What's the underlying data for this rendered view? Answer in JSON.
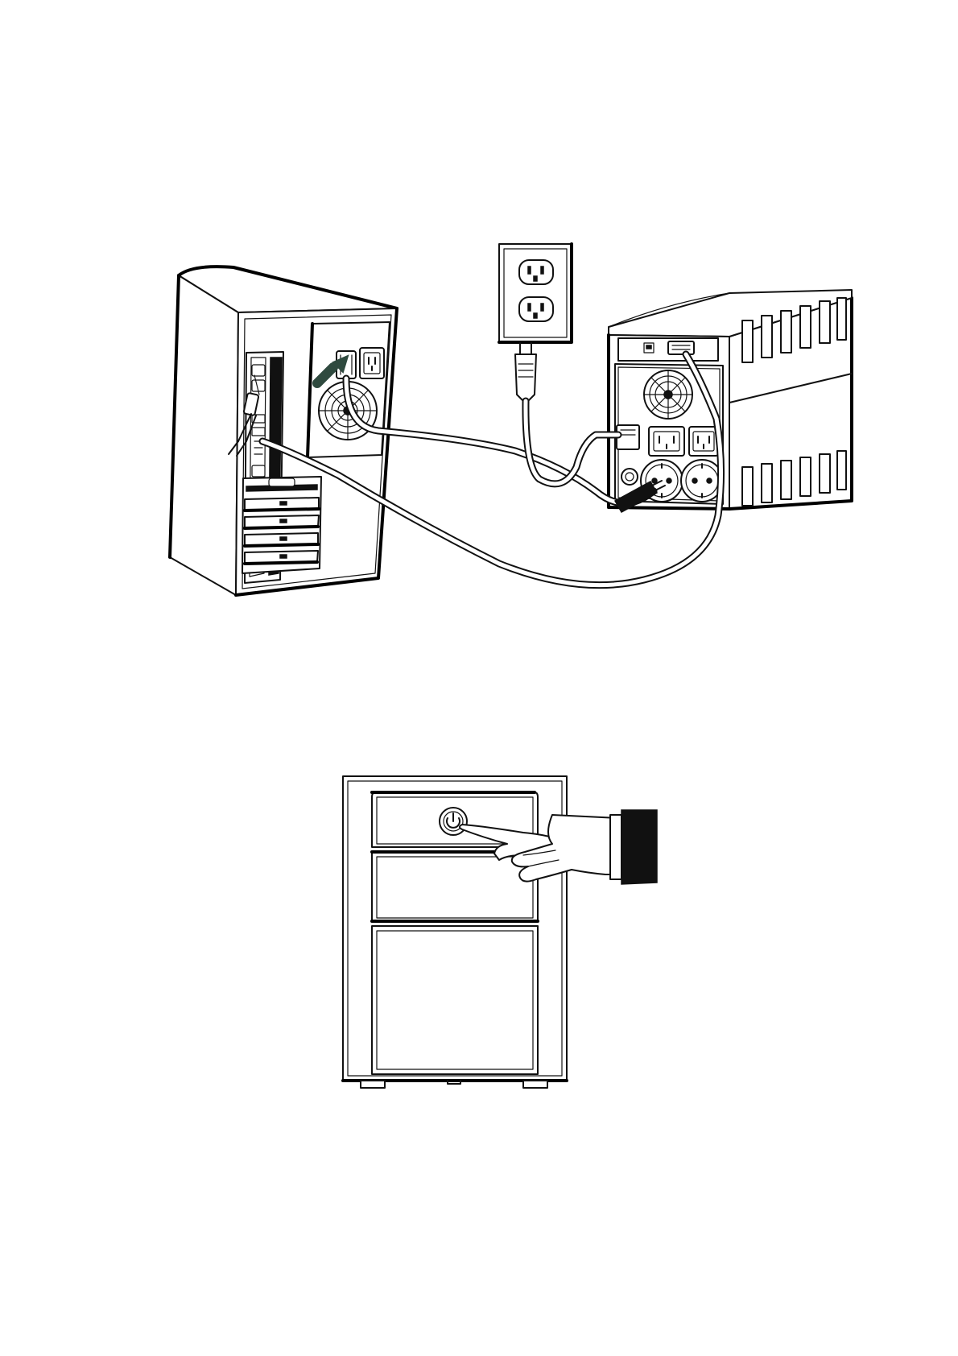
{
  "figures": {
    "connection": {
      "items": [
        "computer-tower",
        "wall-outlet",
        "ups-unit",
        "power-cable",
        "signal-cable",
        "mains-plug"
      ],
      "colors": {
        "arrow": "#2f4a3f",
        "line": "#111111"
      },
      "icons": [
        "up-right-arrow-icon",
        "fan-grille-icon",
        "iec-socket-icon",
        "schuko-socket-icon",
        "usb-port-icon",
        "rj45-port-icon"
      ]
    },
    "power_on": {
      "items": [
        "ups-front-panel",
        "power-button",
        "hand-pressing-button"
      ],
      "icons": [
        "power-symbol-icon"
      ]
    }
  }
}
